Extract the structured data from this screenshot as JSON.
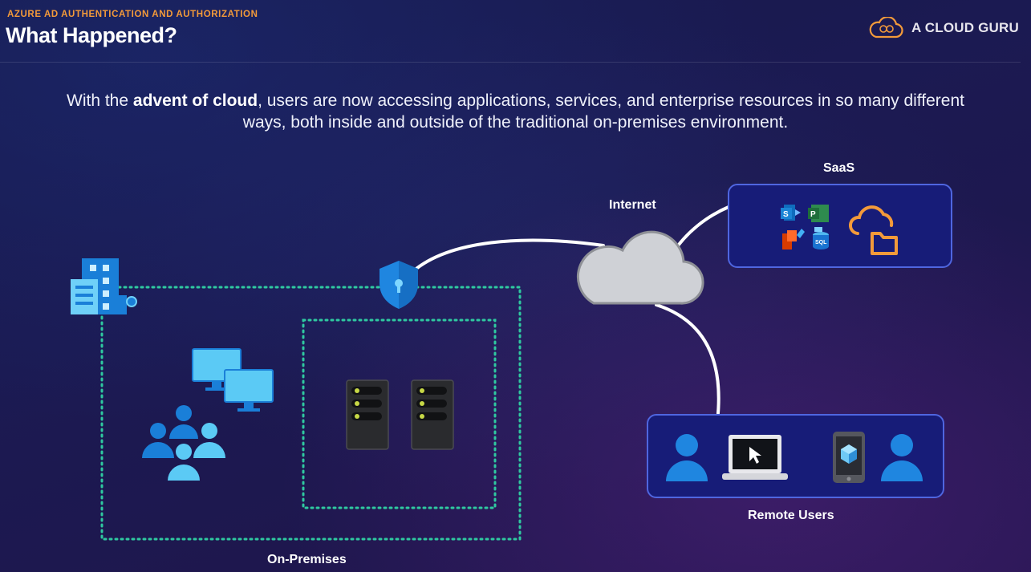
{
  "header": {
    "eyebrow": "AZURE AD AUTHENTICATION AND AUTHORIZATION",
    "title": "What Happened?"
  },
  "brand": {
    "name": "A CLOUD GURU",
    "color": "#f39a3a"
  },
  "intro": {
    "before": "With the ",
    "emphasis": "advent of cloud",
    "after": ", users are now accessing applications, services, and enterprise resources in so many different ways, both inside and outside of the traditional on-premises environment."
  },
  "diagram": {
    "internet_label": "Internet",
    "saas_label": "SaaS",
    "remote_users_label": "Remote Users",
    "on_premises_label": "On-Premises",
    "saas_icons": [
      "sharepoint-icon",
      "project-icon",
      "office-icon",
      "sql-icon",
      "cloud-folder-icon"
    ],
    "remote_icons": [
      "user-icon",
      "laptop-icon",
      "tablet-icon",
      "user-icon"
    ],
    "on_prem_icons": [
      "building-icon",
      "shield-lock-icon",
      "monitors-icon",
      "users-group-icon",
      "server-icon",
      "server-icon"
    ]
  },
  "colors": {
    "accent_orange": "#f39a3a",
    "panel_border": "#4f66e0",
    "panel_fill": "#171c78",
    "dotted_boundary": "#2fc9a0",
    "icon_blue": "#1f86e0"
  }
}
